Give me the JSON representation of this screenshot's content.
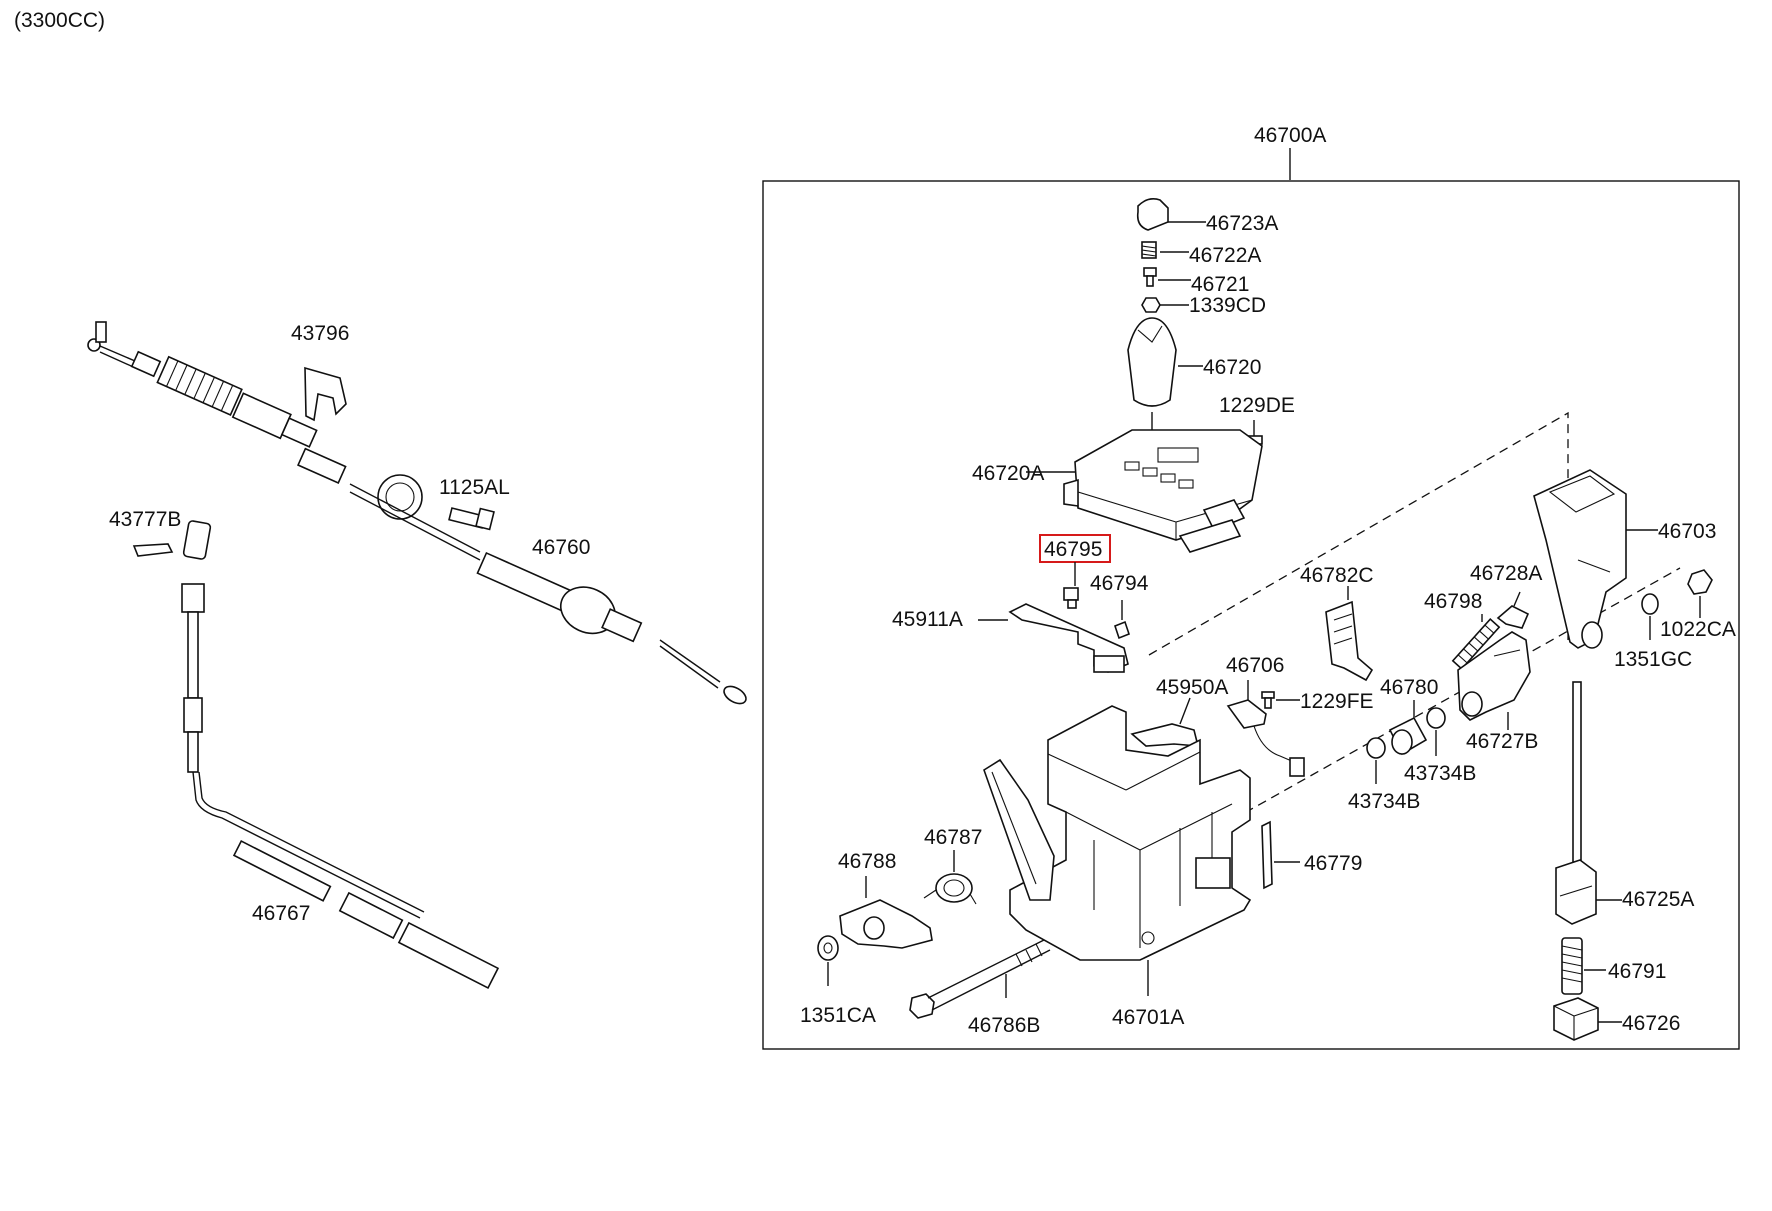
{
  "header": {
    "engine_note": "(3300CC)"
  },
  "assembly_label": "46700A",
  "highlighted_part": "46795",
  "labels": {
    "l43796": "43796",
    "l1125AL": "1125AL",
    "l46760": "46760",
    "l43777B": "43777B",
    "l46767": "46767",
    "l46723A": "46723A",
    "l46722A": "46722A",
    "l46721": "46721",
    "l1339CD": "1339CD",
    "l46720": "46720",
    "l1229DE": "1229DE",
    "l46720A": "46720A",
    "l46795": "46795",
    "l46794": "46794",
    "l45911A": "45911A",
    "l46782C": "46782C",
    "l46728A": "46728A",
    "l46798": "46798",
    "l46703": "46703",
    "l1022CA": "1022CA",
    "l1351GC": "1351GC",
    "l46706": "46706",
    "l45950A": "45950A",
    "l1229FE": "1229FE",
    "l46780": "46780",
    "l46727B": "46727B",
    "l43734B_a": "43734B",
    "l43734B_b": "43734B",
    "l46787": "46787",
    "l46788": "46788",
    "l46779": "46779",
    "l46725A": "46725A",
    "l46791": "46791",
    "l46726": "46726",
    "l1351CA": "1351CA",
    "l46786B": "46786B",
    "l46701A": "46701A"
  }
}
